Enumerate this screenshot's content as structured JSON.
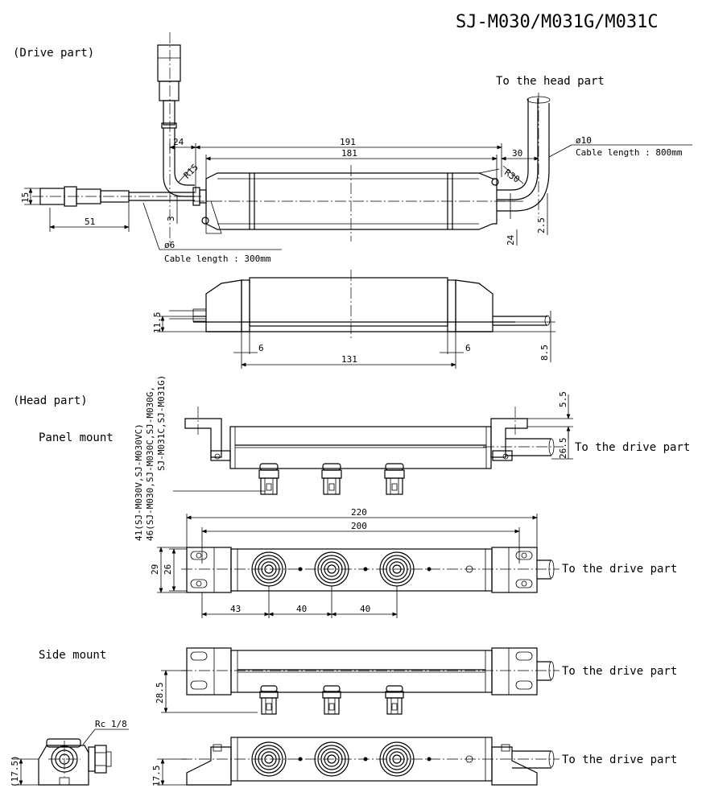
{
  "title": "SJ-M030/M031G/M031C",
  "sections": {
    "drive": "(Drive part)",
    "head": "(Head part)",
    "panel_mount": "Panel mount",
    "side_mount": "Side mount"
  },
  "annotations": {
    "to_head_part": "To the head part",
    "to_drive_part": "To the drive part",
    "cable_phi10": "ø10",
    "cable_800": "Cable length : 800mm",
    "cable_phi6": "ø6",
    "cable_300": "Cable length : 300mm",
    "rc": "Rc 1/8",
    "height_41": "41(SJ-M030V,SJ-M030VC)",
    "height_46a": "46(SJ-M030,SJ-M030C,SJ-M030G,",
    "height_46b": "SJ-M031C,SJ-M031G)"
  },
  "dimensions": {
    "d191": "191",
    "d181": "181",
    "d24a": "24",
    "d30": "30",
    "r15": "R15",
    "r30": "R30",
    "d15": "15",
    "d3": "3",
    "d51": "51",
    "d24b": "24",
    "d2_5": "2.5",
    "d11_5": "11.5",
    "d6a": "6",
    "d6b": "6",
    "d131": "131",
    "d8_5": "8.5",
    "d5_5": "5.5",
    "d26_5": "26.5",
    "d220": "220",
    "d200": "200",
    "d29": "29",
    "d26": "26",
    "d43": "43",
    "d40a": "40",
    "d40b": "40",
    "d28_5": "28.5",
    "d17_5a": "(17.5)",
    "d17_5b": "17.5"
  }
}
